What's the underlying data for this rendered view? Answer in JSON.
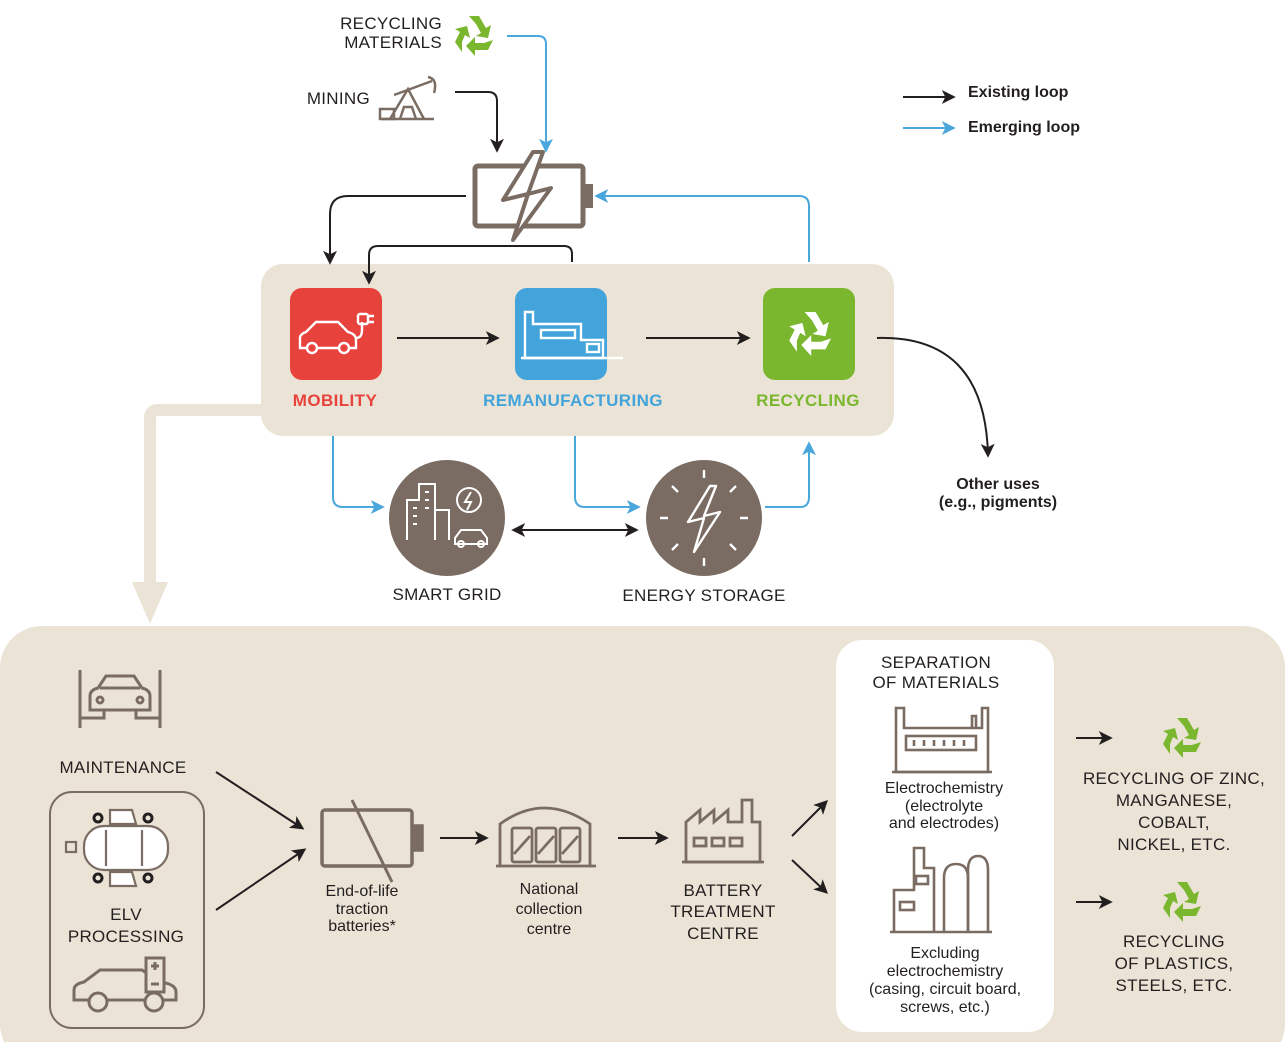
{
  "top": {
    "sources": {
      "recycling_materials": "RECYCLING\nMATERIALS",
      "mining": "MINING"
    },
    "legend": {
      "existing": "Existing loop",
      "emerging": "Emerging loop"
    },
    "stages": {
      "mobility": "MOBILITY",
      "remanufacturing": "REMANUFACTURING",
      "recycling": "RECYCLING"
    },
    "other_uses": "Other uses\n(e.g., pigments)",
    "smart_grid": "SMART GRID",
    "energy_storage": "ENERGY STORAGE"
  },
  "bottom": {
    "maintenance": "MAINTENANCE",
    "elv_processing": "ELV\nPROCESSING",
    "end_of_life": "End-of-life\ntraction\nbatteries*",
    "national_collection": "National\ncollection\ncentre",
    "battery_treatment": "BATTERY\nTREATMENT\nCENTRE",
    "separation_title": "SEPARATION\nOF MATERIALS",
    "electrochemistry": "Electrochemistry\n(electrolyte\nand electrodes)",
    "excluding": "Excluding\nelectrochemistry\n(casing, circuit board,\nscrews, etc.)",
    "recycling_metals": "RECYCLING OF ZINC,\nMANGANESE,\nCOBALT,\nNICKEL, ETC.",
    "recycling_plastics": "RECYCLING\nOF PLASTICS,\nSTEELS, ETC."
  },
  "colors": {
    "beige": "#ebe4d6",
    "mobility": "#e8423d",
    "remanufacturing": "#43a4dc",
    "recycling": "#7ab62e",
    "icon_brown": "#7a6c62",
    "emerging_blue": "#4aa7dc",
    "existing_black": "#231f20"
  }
}
